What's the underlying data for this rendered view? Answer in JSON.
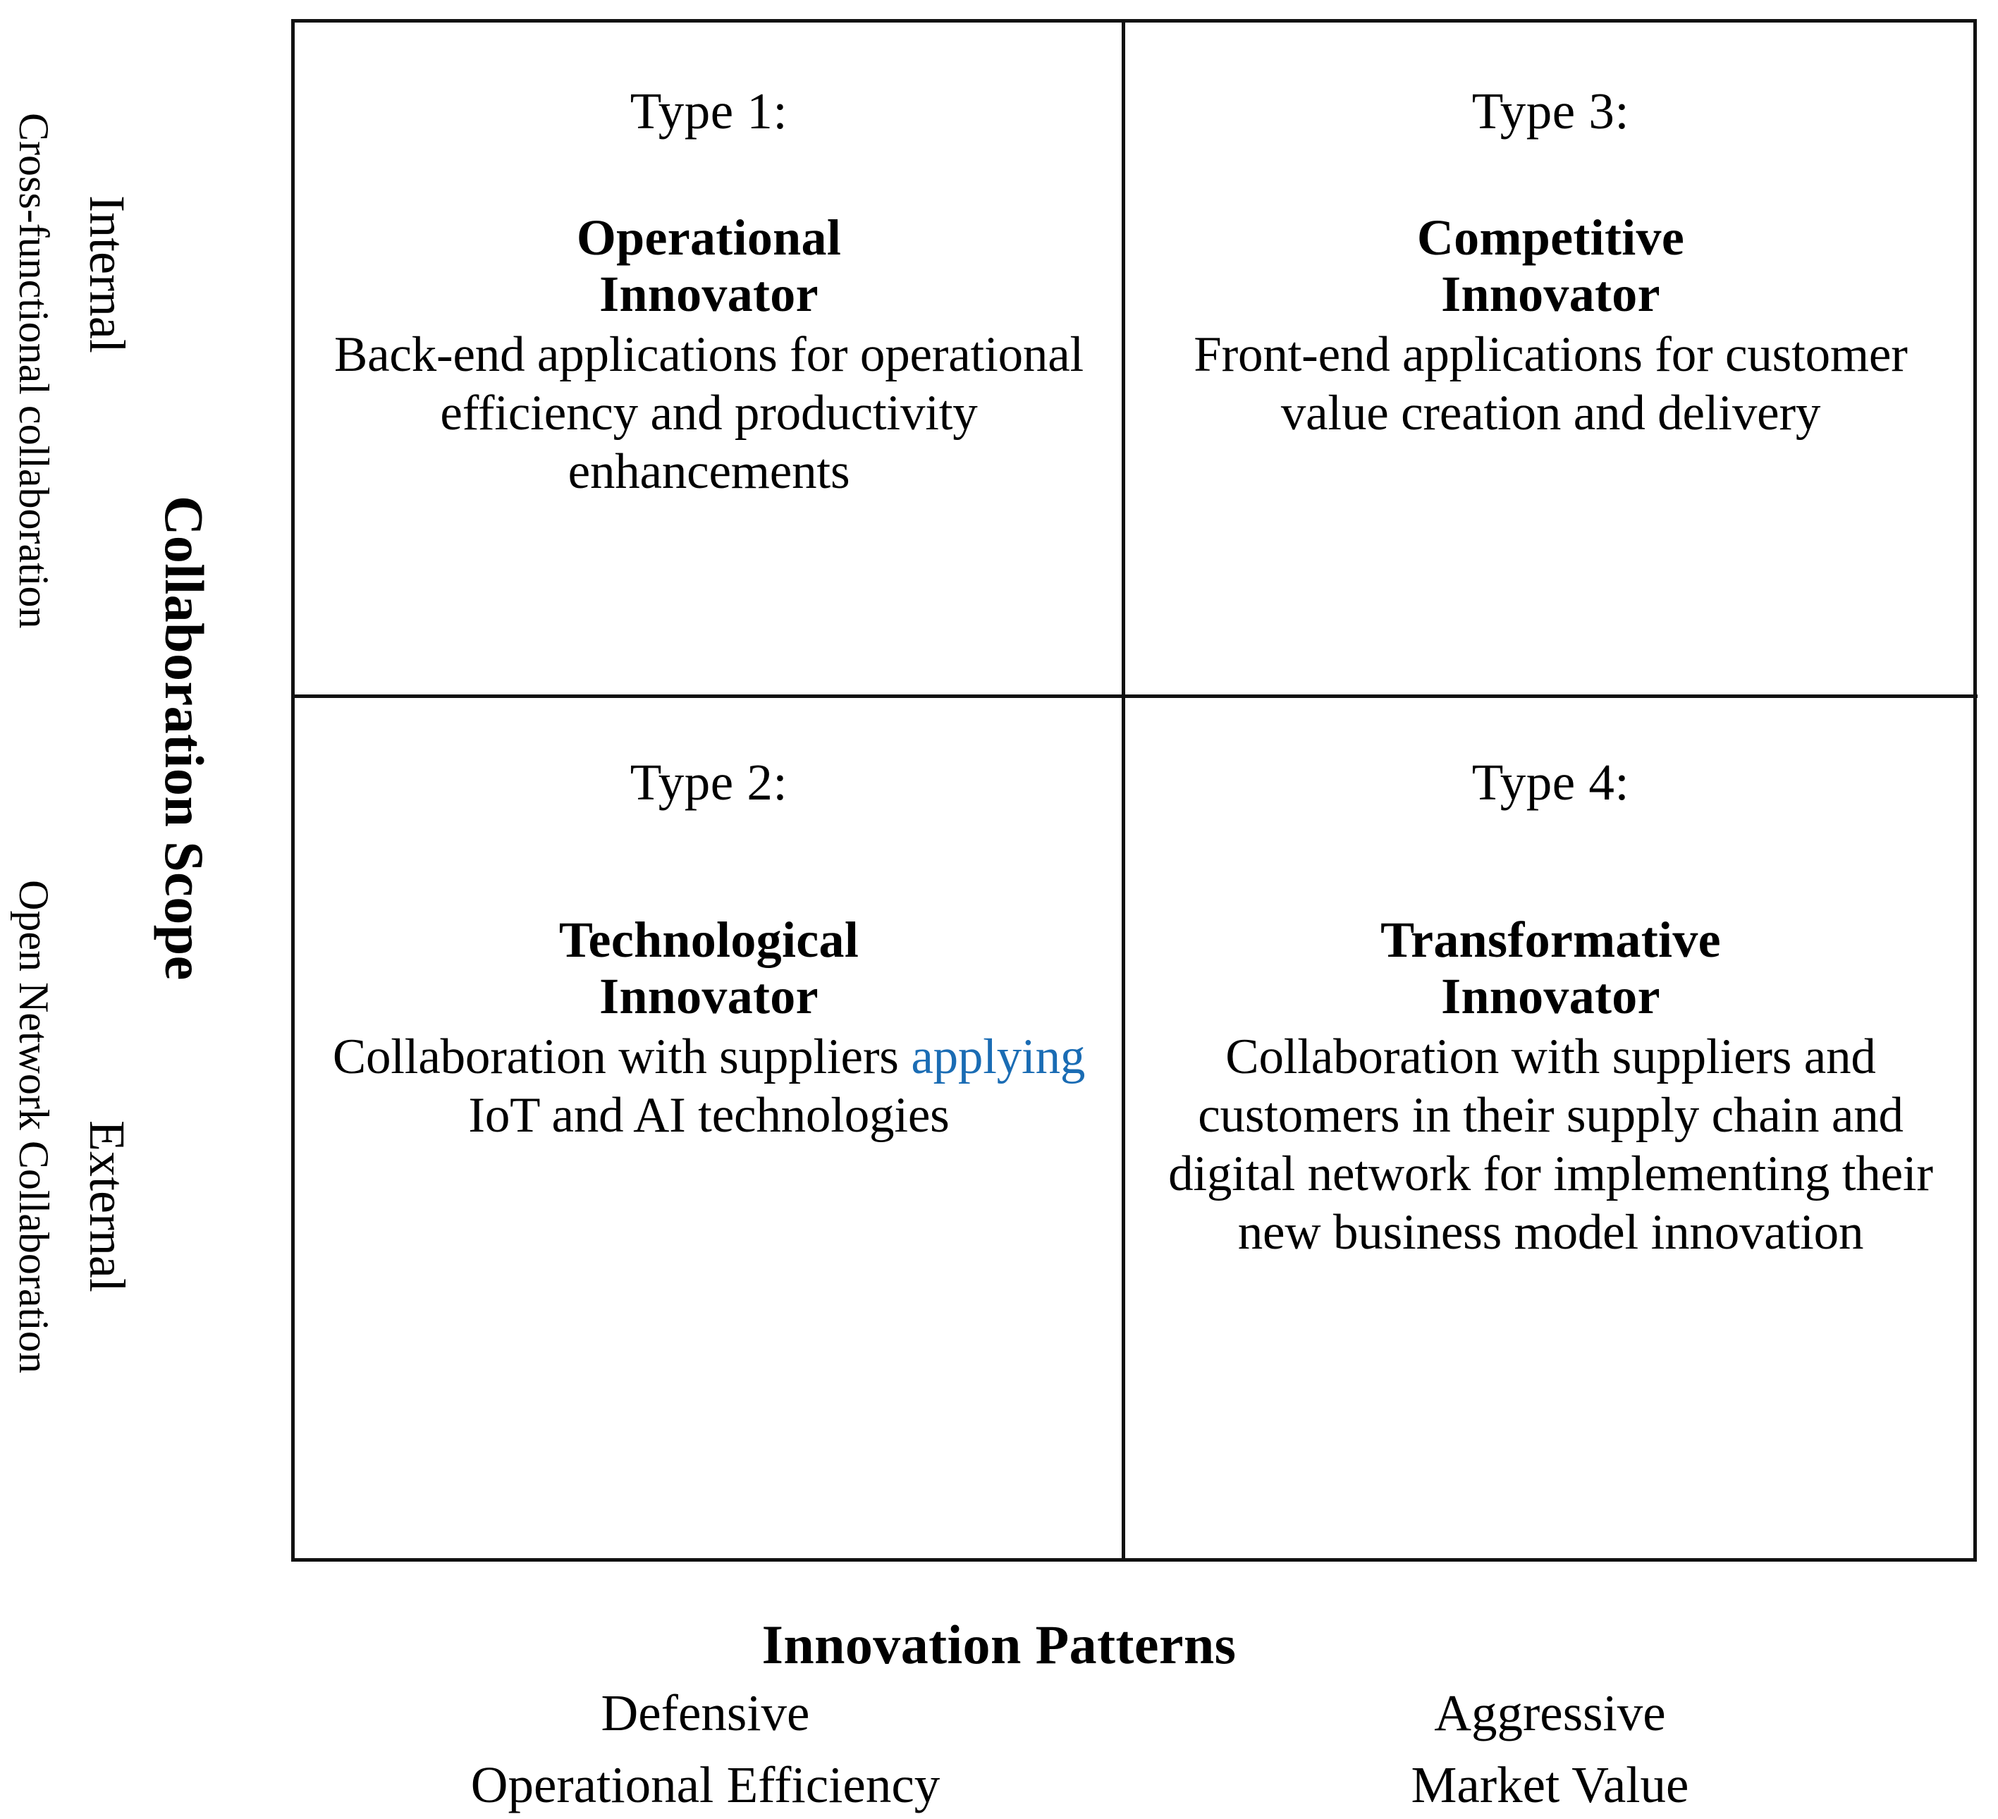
{
  "axes": {
    "y": {
      "title": "Collaboration Scope",
      "top_label": "Internal",
      "top_sublabel": "Cross-functional collaboration",
      "bottom_label": "External",
      "bottom_sublabel": "Open Network Collaboration"
    },
    "x": {
      "title": "Innovation Patterns",
      "left_label": "Defensive",
      "left_sublabel": "Operational Efficiency",
      "right_label": "Aggressive",
      "right_sublabel": "Market  Value"
    }
  },
  "quadrants": {
    "q1": {
      "type": "Type 1:",
      "title_line1": "Operational",
      "title_line2": "Innovator",
      "description": "Back-end applications for operational efficiency and productivity enhancements"
    },
    "q3": {
      "type": "Type 3:",
      "title_line1": "Competitive",
      "title_line2": "Innovator",
      "description": "Front-end applications for customer value creation and delivery"
    },
    "q2": {
      "type": "Type 2:",
      "title_line1": "Technological",
      "title_line2": "Innovator",
      "desc_part1": "Collaboration with suppliers",
      "desc_highlight": "applying",
      "desc_part2": " IoT and AI technologies"
    },
    "q4": {
      "type": "Type 4:",
      "title_line1": "Transformative",
      "title_line2": "Innovator",
      "description": "Collaboration with suppliers and customers in their supply chain and digital network for implementing their new business model innovation"
    }
  },
  "colors": {
    "highlight": "#1a6cb4",
    "border": "#111111",
    "text": "#000000",
    "background": "#ffffff"
  }
}
